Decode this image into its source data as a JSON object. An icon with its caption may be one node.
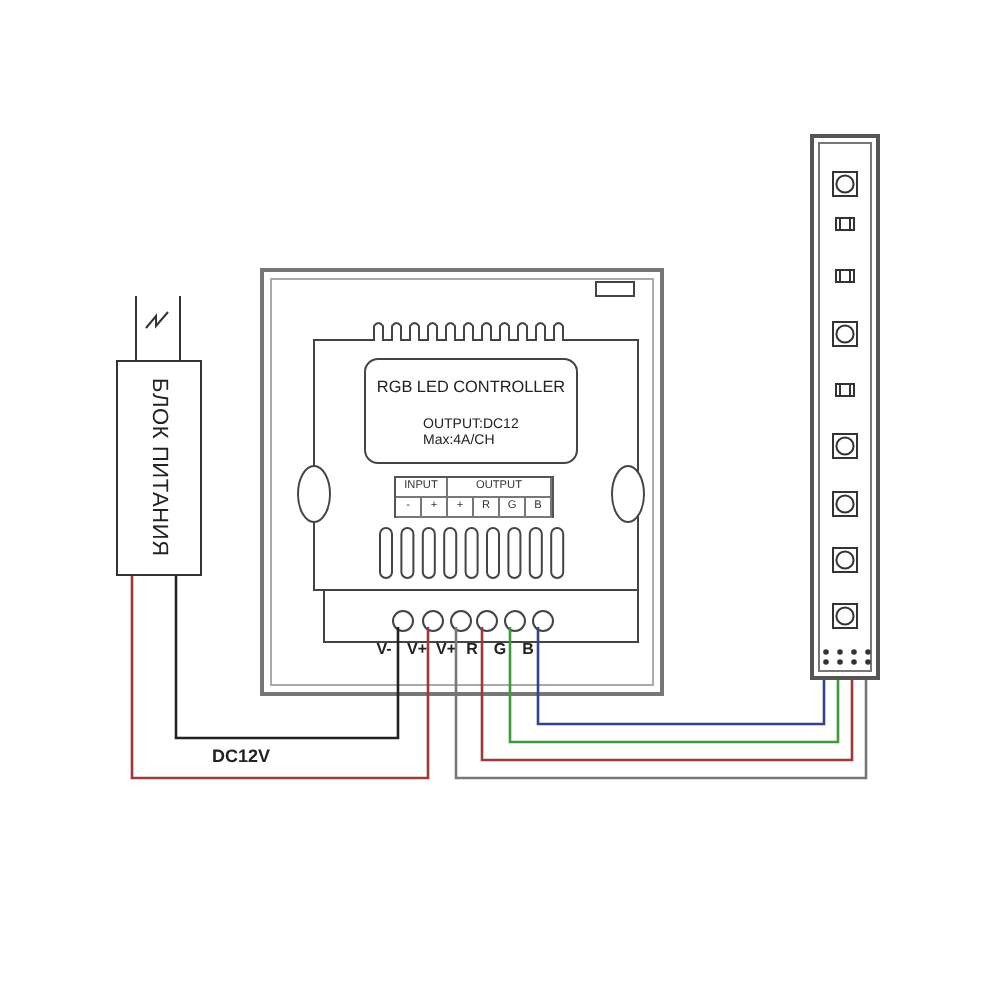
{
  "diagram": {
    "nodes": [
      {
        "text": [
          "БЛОК ПИТАНИЯ"
        ]
      },
      {
        "text": [],
        "shape": "box"
      },
      {
        "text": [
          "RGB LED CONTROLLER",
          "OUTPUT:DC12 Max:4A/CH"
        ],
        "in": 1
      },
      {
        "text": [],
        "shape": "circle",
        "in": 1,
        "beside": [
          "V-"
        ]
      },
      {
        "text": [],
        "shape": "circle",
        "in": 1,
        "beside": [
          "V+"
        ]
      },
      {
        "text": [],
        "shape": "circle",
        "in": 1,
        "beside": [
          "V+"
        ]
      },
      {
        "text": [],
        "shape": "circle",
        "in": 1,
        "beside": [
          "R"
        ]
      },
      {
        "text": [],
        "shape": "circle",
        "in": 1,
        "beside": [
          "G"
        ]
      },
      {
        "text": [],
        "shape": "circle",
        "in": 1,
        "beside": [
          "B"
        ]
      },
      {
        "text": [],
        "shape": "bar"
      }
    ],
    "edges": [
      {
        "from": 0,
        "to": 3,
        "arrow": "none",
        "label": "DC12V",
        "color": "#222222"
      },
      {
        "from": 0,
        "to": 4,
        "arrow": "none",
        "color": "#a03838"
      },
      {
        "from": 5,
        "to": 9,
        "arrow": "none",
        "color": "#777777"
      },
      {
        "from": 6,
        "to": 9,
        "arrow": "none",
        "color": "#a03838"
      },
      {
        "from": 7,
        "to": 9,
        "arrow": "none",
        "color": "#3c9a3c"
      },
      {
        "from": 8,
        "to": 9,
        "arrow": "none",
        "color": "#35428f"
      }
    ],
    "labels": [
      "INPUT",
      "OUTPUT",
      "-",
      "+",
      "+",
      "R",
      "G",
      "B"
    ]
  }
}
